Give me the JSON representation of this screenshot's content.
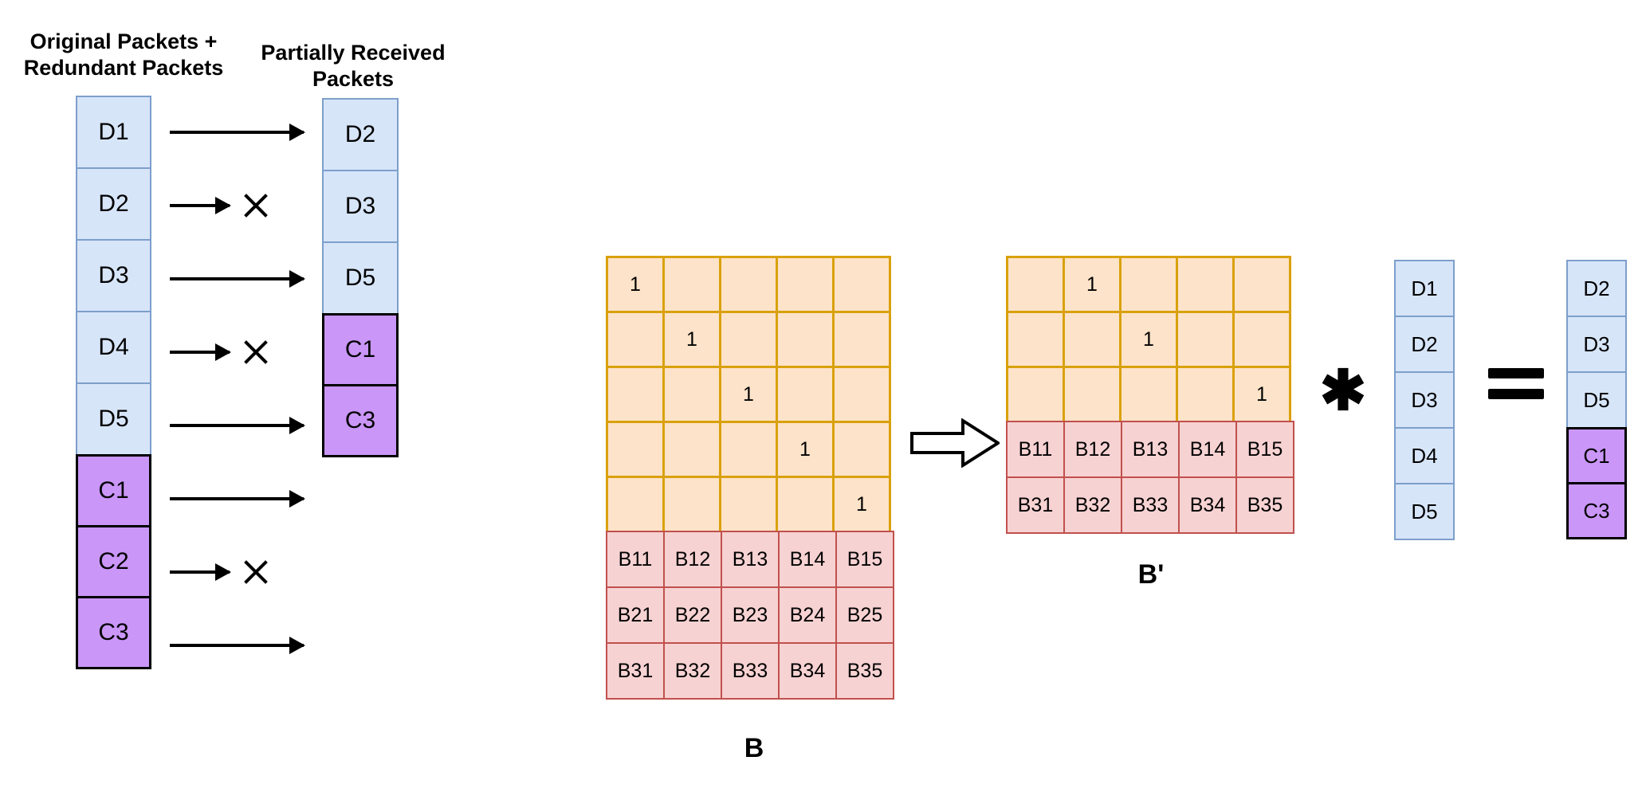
{
  "headings": {
    "original": "Original Packets +\nRedundant Packets",
    "received": "Partially Received\nPackets"
  },
  "colors": {
    "data_fill": "#d7e5f9",
    "data_border": "#7d9fcb",
    "code_fill": "#ca96f7",
    "code_border": "#000000",
    "identity_fill": "#fde3c9",
    "identity_border": "#d9a10c",
    "bmatrix_fill": "#f7d2d2",
    "bmatrix_border": "#c0504d",
    "stroke": "#000000"
  },
  "original_stack": [
    {
      "label": "D1",
      "kind": "data"
    },
    {
      "label": "D2",
      "kind": "data"
    },
    {
      "label": "D3",
      "kind": "data"
    },
    {
      "label": "D4",
      "kind": "data"
    },
    {
      "label": "D5",
      "kind": "data"
    },
    {
      "label": "C1",
      "kind": "code"
    },
    {
      "label": "C2",
      "kind": "code"
    },
    {
      "label": "C3",
      "kind": "code"
    }
  ],
  "received_stack": [
    {
      "label": "D2",
      "kind": "data"
    },
    {
      "label": "D3",
      "kind": "data"
    },
    {
      "label": "D5",
      "kind": "data"
    },
    {
      "label": "C1",
      "kind": "code"
    },
    {
      "label": "C3",
      "kind": "code"
    }
  ],
  "transfers": [
    {
      "source": "D1",
      "delivered": true
    },
    {
      "source": "D2",
      "delivered": false
    },
    {
      "source": "D3",
      "delivered": true
    },
    {
      "source": "D4",
      "delivered": false
    },
    {
      "source": "D5",
      "delivered": true
    },
    {
      "source": "C1",
      "delivered": true
    },
    {
      "source": "C2",
      "delivered": false
    },
    {
      "source": "C3",
      "delivered": true
    }
  ],
  "matrix_b": {
    "label": "B",
    "identity_rows": [
      [
        "1",
        "",
        "",
        "",
        ""
      ],
      [
        "",
        "1",
        "",
        "",
        ""
      ],
      [
        "",
        "",
        "1",
        "",
        ""
      ],
      [
        "",
        "",
        "",
        "1",
        ""
      ],
      [
        "",
        "",
        "",
        "",
        "1"
      ]
    ],
    "coding_rows": [
      [
        "B11",
        "B12",
        "B13",
        "B14",
        "B15"
      ],
      [
        "B21",
        "B22",
        "B23",
        "B24",
        "B25"
      ],
      [
        "B31",
        "B32",
        "B33",
        "B34",
        "B35"
      ]
    ]
  },
  "matrix_bprime": {
    "label": "B'",
    "identity_rows": [
      [
        "",
        "1",
        "",
        "",
        ""
      ],
      [
        "",
        "",
        "1",
        "",
        ""
      ],
      [
        "",
        "",
        "",
        "",
        "1"
      ]
    ],
    "coding_rows": [
      [
        "B11",
        "B12",
        "B13",
        "B14",
        "B15"
      ],
      [
        "B31",
        "B32",
        "B33",
        "B34",
        "B35"
      ]
    ]
  },
  "d_vector": [
    {
      "label": "D1",
      "kind": "data"
    },
    {
      "label": "D2",
      "kind": "data"
    },
    {
      "label": "D3",
      "kind": "data"
    },
    {
      "label": "D4",
      "kind": "data"
    },
    {
      "label": "D5",
      "kind": "data"
    }
  ],
  "result_vector": [
    {
      "label": "D2",
      "kind": "data"
    },
    {
      "label": "D3",
      "kind": "data"
    },
    {
      "label": "D5",
      "kind": "data"
    },
    {
      "label": "C1",
      "kind": "code"
    },
    {
      "label": "C3",
      "kind": "code"
    }
  ],
  "operators": {
    "multiply": "✱",
    "equals": "="
  }
}
